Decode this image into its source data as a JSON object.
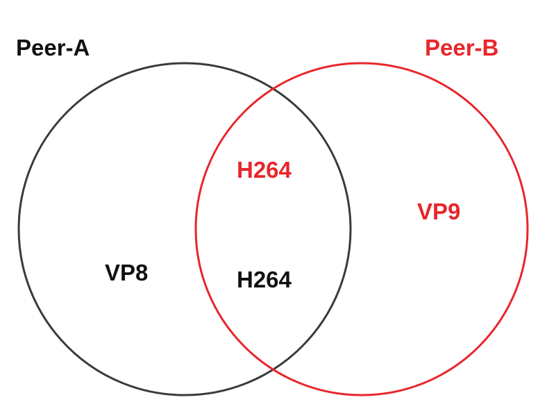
{
  "colors": {
    "peer_a": "#3a3a3a",
    "peer_b": "#e8262b",
    "background": "#ffffff"
  },
  "peer_a": {
    "label": "Peer-A",
    "codecs": [
      "VP8",
      "H264"
    ]
  },
  "peer_b": {
    "label": "Peer-B",
    "codecs": [
      "VP9",
      "H264"
    ]
  },
  "regions": {
    "peer_a_only": "VP8",
    "peer_b_only": "VP9",
    "overlap_peer_b": "H264",
    "overlap_peer_a": "H264"
  }
}
